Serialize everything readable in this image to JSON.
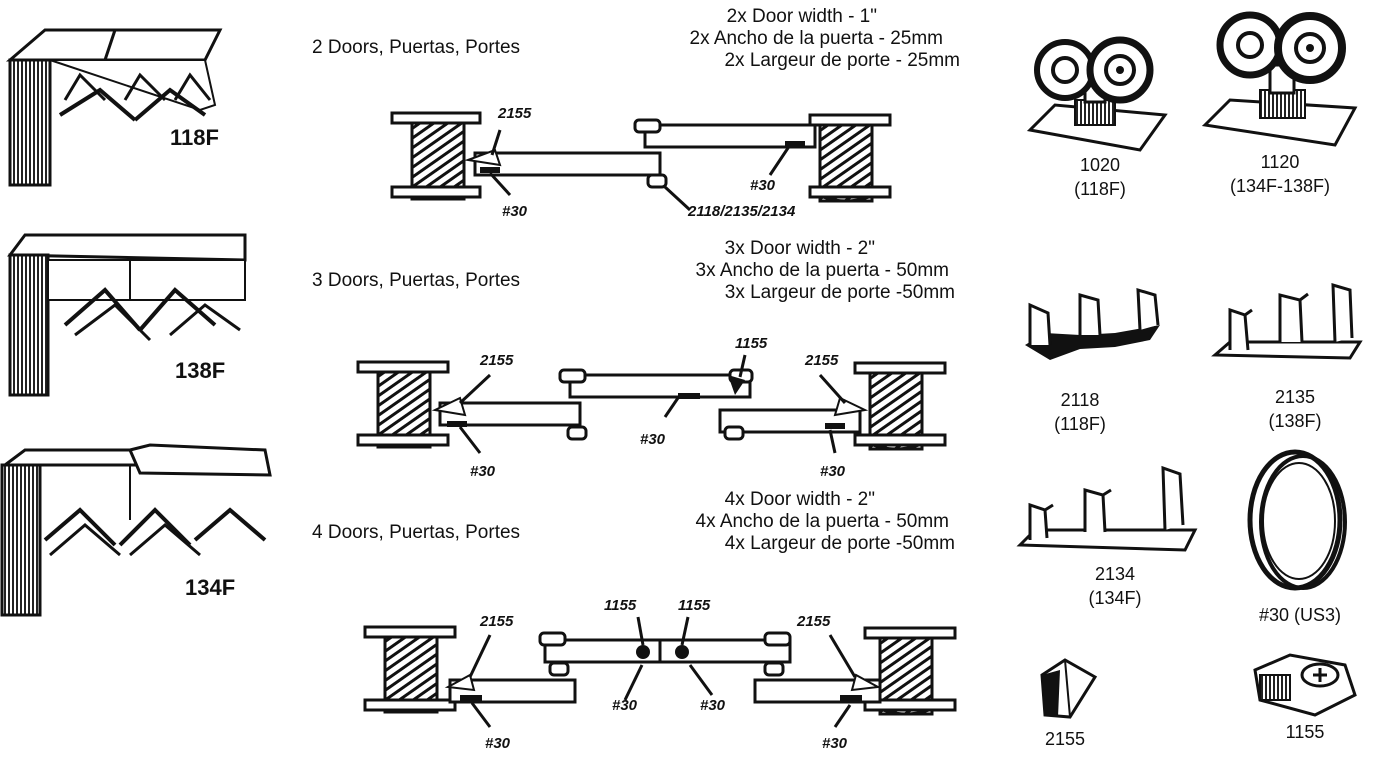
{
  "tracks": [
    {
      "model": "118F"
    },
    {
      "model": "138F"
    },
    {
      "model": "134F"
    }
  ],
  "configs": [
    {
      "doors": "2 Doors, Puertas, Portes",
      "width_lines": [
        "2x Door width - 1\"",
        "2x Ancho de la puerta - 25mm",
        "2x Largeur de porte - 25mm"
      ],
      "callouts": {
        "guide": "2155",
        "ring_left": "#30",
        "ring_right": "#30",
        "guides": "2118/2135/2134"
      }
    },
    {
      "doors": "3 Doors, Puertas, Portes",
      "width_lines": [
        "3x Door width - 2\"",
        "3x Ancho de la puerta - 50mm",
        "3x Largeur de porte -50mm"
      ],
      "callouts": {
        "guide_left": "2155",
        "guide_right": "2155",
        "bumper": "1155",
        "ring_left": "#30",
        "ring_mid": "#30",
        "ring_right": "#30"
      }
    },
    {
      "doors": "4 Doors, Puertas, Portes",
      "width_lines": [
        "4x Door width - 2\"",
        "4x Ancho de la puerta - 50mm",
        "4x Largeur de porte -50mm"
      ],
      "callouts": {
        "guide_left": "2155",
        "guide_right": "2155",
        "bumper_left": "1155",
        "bumper_right": "1155",
        "ring_left": "#30",
        "ring_ml": "#30",
        "ring_mr": "#30",
        "ring_right": "#30"
      }
    }
  ],
  "parts": {
    "hanger_1020": {
      "num": "1020",
      "fit": "(118F)"
    },
    "hanger_1120": {
      "num": "1120",
      "fit": "(134F-138F)"
    },
    "guide_2118": {
      "num": "2118",
      "fit": "(118F)"
    },
    "guide_2135": {
      "num": "2135",
      "fit": "(138F)"
    },
    "guide_2134": {
      "num": "2134",
      "fit": "(134F)"
    },
    "ring_30": {
      "num": "#30 (US3)"
    },
    "guide_2155": {
      "num": "2155"
    },
    "bumper_1155": {
      "num": "1155"
    }
  }
}
